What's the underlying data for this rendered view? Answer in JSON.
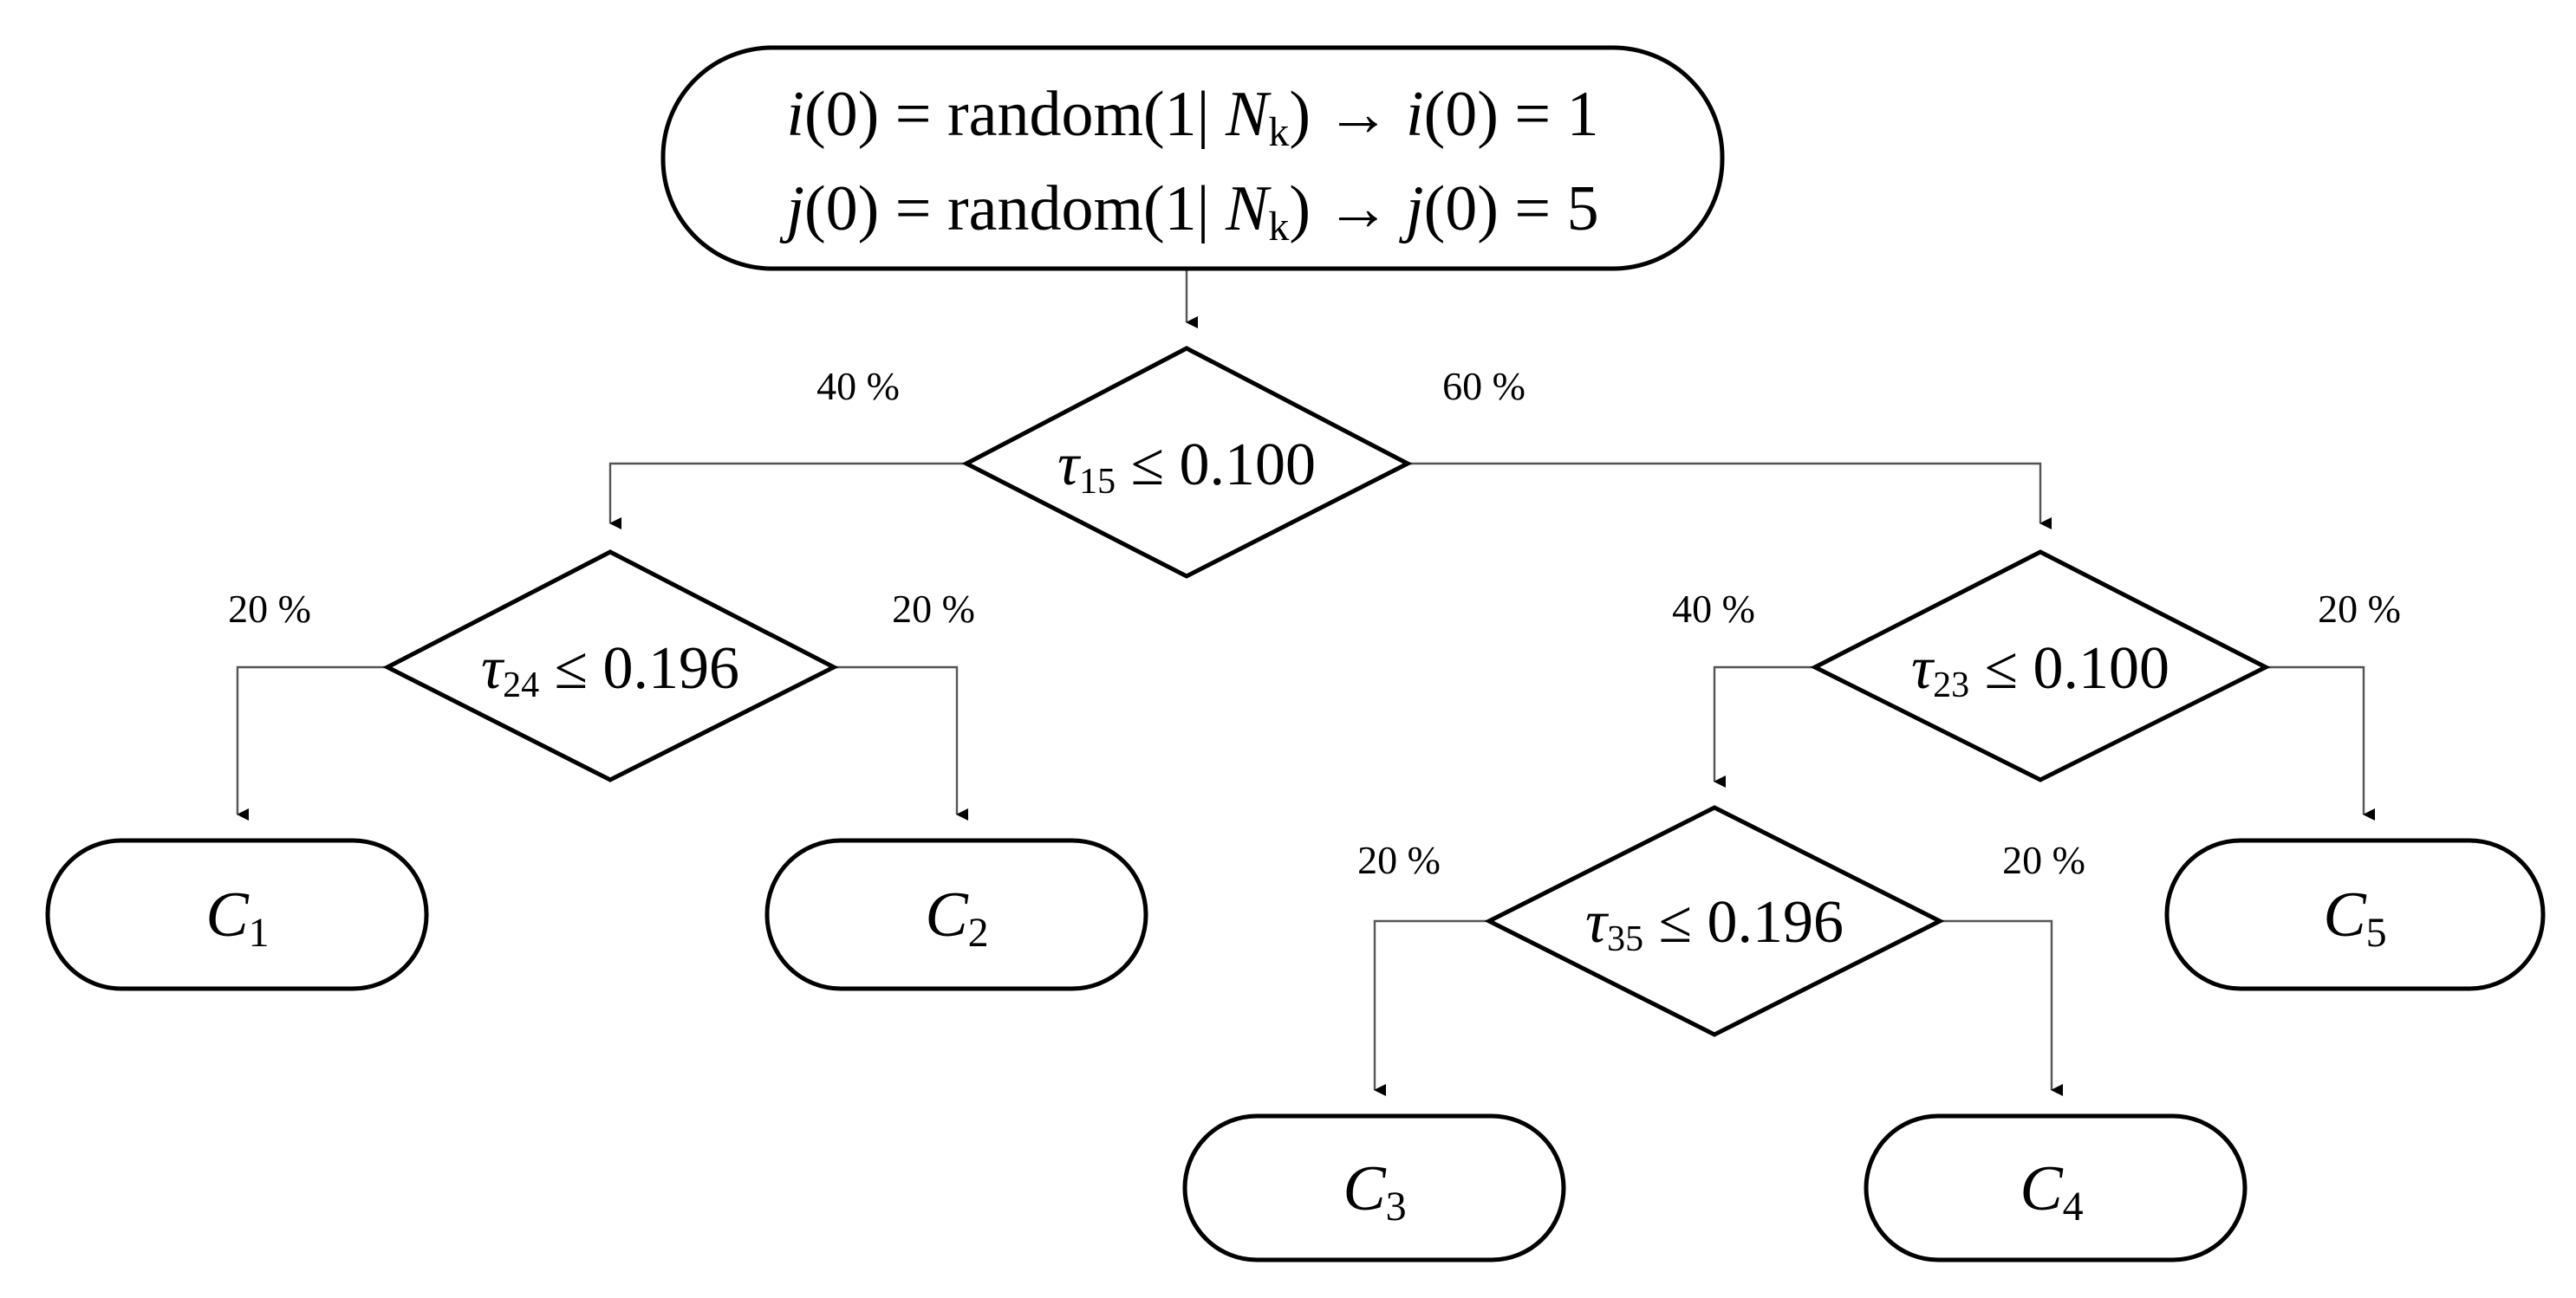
{
  "root": {
    "line1": {
      "var": "i",
      "arg": "(0) = random(1| ",
      "n": "N",
      "k": "k",
      "close": ")",
      "arrow": "→",
      "result_var": "i",
      "result_rest": "(0) = 1"
    },
    "line2": {
      "var": "j",
      "arg": "(0) = random(1| ",
      "n": "N",
      "k": "k",
      "close": ")",
      "arrow": "→",
      "result_var": "j",
      "result_rest": "(0) = 5"
    }
  },
  "decisions": {
    "d15": {
      "sym": "τ",
      "sub": "15",
      "rest": " ≤ 0.100",
      "left_pct": "40 %",
      "right_pct": "60 %"
    },
    "d24": {
      "sym": "τ",
      "sub": "24",
      "rest": " ≤ 0.196",
      "left_pct": "20 %",
      "right_pct": "20 %"
    },
    "d23": {
      "sym": "τ",
      "sub": "23",
      "rest": " ≤ 0.100",
      "left_pct": "40 %",
      "right_pct": "20 %"
    },
    "d35": {
      "sym": "τ",
      "sub": "35",
      "rest": " ≤ 0.196",
      "left_pct": "20 %",
      "right_pct": "20 %"
    }
  },
  "leaves": {
    "c1": {
      "letter": "C",
      "sub": "1"
    },
    "c2": {
      "letter": "C",
      "sub": "2"
    },
    "c3": {
      "letter": "C",
      "sub": "3"
    },
    "c4": {
      "letter": "C",
      "sub": "4"
    },
    "c5": {
      "letter": "C",
      "sub": "5"
    }
  }
}
